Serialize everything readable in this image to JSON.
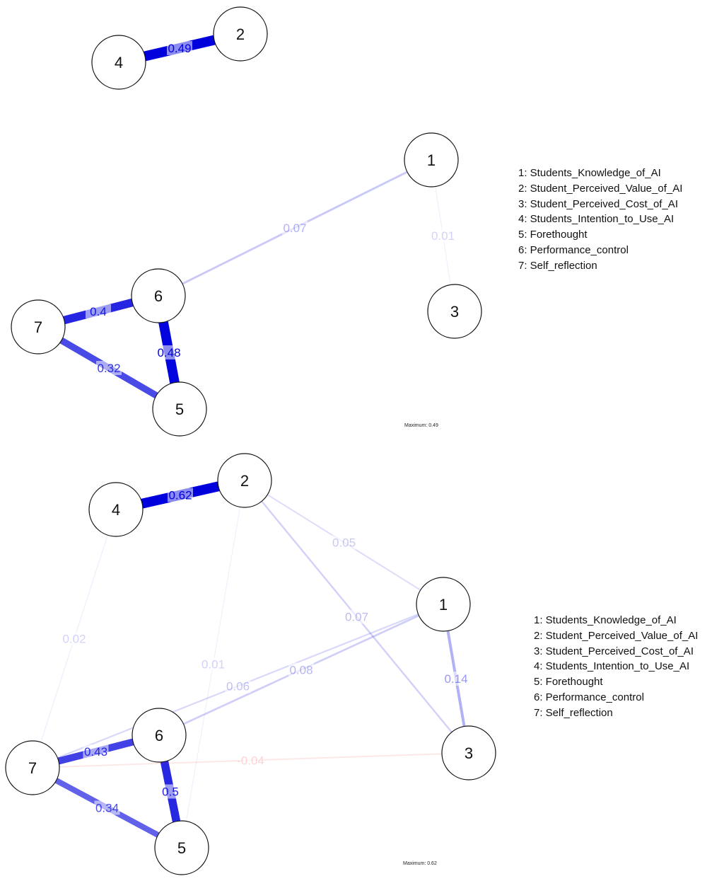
{
  "networks": [
    {
      "maximum_note": "Maximum: 0.49",
      "max": 0.49,
      "legend": [
        "1: Students_Knowledge_of_AI",
        "2: Student_Perceived_Value_of_AI",
        "3: Student_Perceived_Cost_of_AI",
        "4: Students_Intention_to_Use_AI",
        "5: Forethought",
        "6: Performance_control",
        "7: Self_reflection"
      ],
      "nodes": [
        "1",
        "2",
        "3",
        "4",
        "5",
        "6",
        "7"
      ],
      "edges": [
        {
          "from": "4",
          "to": "2",
          "weight": 0.49,
          "label": "0.49"
        },
        {
          "from": "1",
          "to": "6",
          "weight": 0.07,
          "label": "0.07"
        },
        {
          "from": "1",
          "to": "3",
          "weight": 0.01,
          "label": "0.01"
        },
        {
          "from": "7",
          "to": "6",
          "weight": 0.4,
          "label": "0.4"
        },
        {
          "from": "6",
          "to": "5",
          "weight": 0.48,
          "label": "0.48"
        },
        {
          "from": "7",
          "to": "5",
          "weight": 0.32,
          "label": "0.32"
        }
      ]
    },
    {
      "maximum_note": "Maximum: 0.62",
      "max": 0.62,
      "legend": [
        "1: Students_Knowledge_of_AI",
        "2: Student_Perceived_Value_of_AI",
        "3: Student_Perceived_Cost_of_AI",
        "4: Students_Intention_to_Use_AI",
        "5: Forethought",
        "6: Performance_control",
        "7: Self_reflection"
      ],
      "nodes": [
        "1",
        "2",
        "3",
        "4",
        "5",
        "6",
        "7"
      ],
      "edges": [
        {
          "from": "4",
          "to": "2",
          "weight": 0.62,
          "label": "0.62"
        },
        {
          "from": "2",
          "to": "1",
          "weight": 0.05,
          "label": "0.05"
        },
        {
          "from": "2",
          "to": "3",
          "weight": 0.07,
          "label": "0.07"
        },
        {
          "from": "4",
          "to": "7",
          "weight": 0.02,
          "label": "0.02"
        },
        {
          "from": "2",
          "to": "5",
          "weight": 0.01,
          "label": "0.01"
        },
        {
          "from": "1",
          "to": "7",
          "weight": 0.06,
          "label": "0.06"
        },
        {
          "from": "1",
          "to": "6",
          "weight": 0.08,
          "label": "0.08"
        },
        {
          "from": "1",
          "to": "3",
          "weight": 0.14,
          "label": "0.14"
        },
        {
          "from": "7",
          "to": "6",
          "weight": 0.43,
          "label": "0.43"
        },
        {
          "from": "6",
          "to": "5",
          "weight": 0.5,
          "label": "0.5"
        },
        {
          "from": "7",
          "to": "5",
          "weight": 0.34,
          "label": "0.34"
        },
        {
          "from": "7",
          "to": "3",
          "weight": -0.04,
          "label": "-0.04"
        }
      ]
    }
  ],
  "colors": {
    "positive": "#0000dd",
    "negative": "#ee2222",
    "node_fill": "#ffffff",
    "node_stroke": "#111111"
  }
}
